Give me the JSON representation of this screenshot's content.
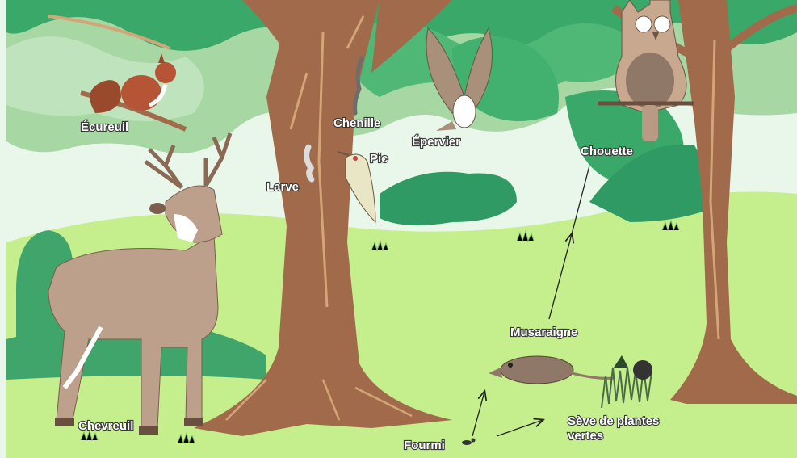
{
  "labels": {
    "ecureuil": "Écureuil",
    "chenille": "Chenille",
    "epervier": "Épervier",
    "chouette": "Chouette",
    "pic": "Pic",
    "larve": "Larve",
    "chevreuil": "Chevreuil",
    "musaraigne": "Musaraigne",
    "seve_line1": "Sève de plantes",
    "seve_line2": "vertes",
    "fourmi": "Fourmi"
  },
  "colors": {
    "meadow": "#c5ee8c",
    "canopy_light": "#a7d7a3",
    "canopy_dark": "#3aa868",
    "trunk": "#a06a4b",
    "trunk_light": "#d3a678",
    "deer": "#bda08b",
    "arrow": "#222222"
  }
}
